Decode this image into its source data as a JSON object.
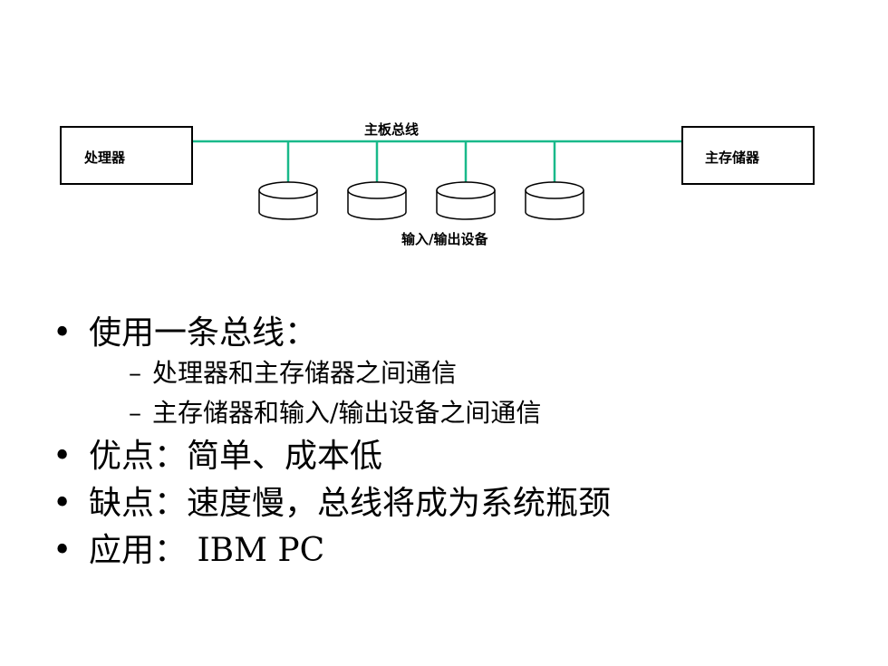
{
  "diagram": {
    "bus_label": "主板总线",
    "processor_label": "处理器",
    "memory_label": "主存储器",
    "io_label": "输入/输出设备",
    "bus_color": "#19b98a"
  },
  "bullets": [
    {
      "text": "使用一条总线：",
      "sub": [
        "处理器和主存储器之间通信",
        "主存储器和输入/输出设备之间通信"
      ]
    },
    {
      "text": "优点：简单、成本低"
    },
    {
      "text": "缺点：速度慢，总线将成为系统瓶颈"
    },
    {
      "text": "应用： IBM PC"
    }
  ]
}
